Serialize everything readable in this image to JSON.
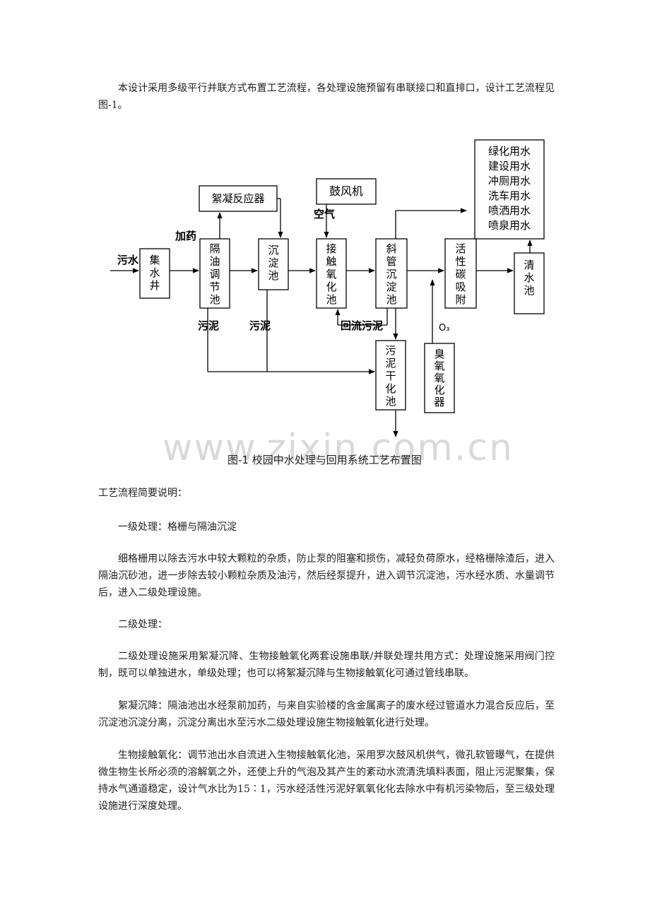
{
  "intro": "本设计采用多级平行并联方式布置工艺流程，各处理设施预留有串联接口和直排口，设计工艺流程见图-1。",
  "diagram": {
    "boxes": {
      "jishuijing": "集水井",
      "geyou": "隔油调节池",
      "xuning": "絮凝反应器",
      "chendian": "沉淀池",
      "gufengji": "鼓风机",
      "jiechu": "接触氧化池",
      "xieguan": "斜管沉淀池",
      "huoxingtan": "活性碳吸附",
      "qingshui": "清水池",
      "yongshui": [
        "绿化用水",
        "建设用水",
        "冲厕用水",
        "洗车用水",
        "喷洒用水",
        "喷泉用水"
      ],
      "wuni_ganhua": "污泥干化池",
      "chouyang": "臭氧氧化器"
    },
    "labels": {
      "wushui": "污水",
      "jiayao": "加药",
      "kongqi": "空气",
      "wuni1": "污泥",
      "wuni2": "污泥",
      "huiliu": "回流污泥",
      "o3": "O₃"
    },
    "watermark": "www.zixin.com.cn",
    "caption": "图-1 校园中水处理与回用系统工艺布置图"
  },
  "body": {
    "summary_title": "工艺流程简要说明：",
    "primary_title": "一级处理：格栅与隔油沉淀",
    "primary_text": "细格栅用以除去污水中较大颗粒的杂质，防止泵的阻塞和损伤，减轻负荷原水，经格栅除渣后，进入隔油沉砂池，进一步除去较小颗粒杂质及油污，然后经泵提升，进入调节沉淀池，污水经水质、水量调节后，进入二级处理设施。",
    "secondary_title": "二级处理：",
    "secondary_text": "二级处理设施采用絮凝沉降、生物接触氧化两套设施串联/并联处理共用方式：处理设施采用阀门控制，既可以单独进水，单级处理；也可以将絮凝沉降与生物接触氧化可通过管线串联。",
    "flocculation_text": "絮凝沉降：隔油池出水经泵前加药，与来自实验楼的含金属离子的废水经过管道水力混合反应后，至沉淀池沉淀分离，沉淀分离出水至污水二级处理设施生物接触氧化进行处理。",
    "biocontact_text": "生物接触氧化：调节池出水自流进入生物接触氧化池，采用罗次鼓风机供气，微孔软管曝气，在提供微生物生长所必须的溶解氧之外，还使上升的气泡及其产生的紊动水流清洗填料表面，阻止污泥聚集，保持水气通道稳定，设计气水比为15∶1，污水经活性污泥好氧氧化化去除水中有机污染物后，至三级处理设施进行深度处理。"
  }
}
